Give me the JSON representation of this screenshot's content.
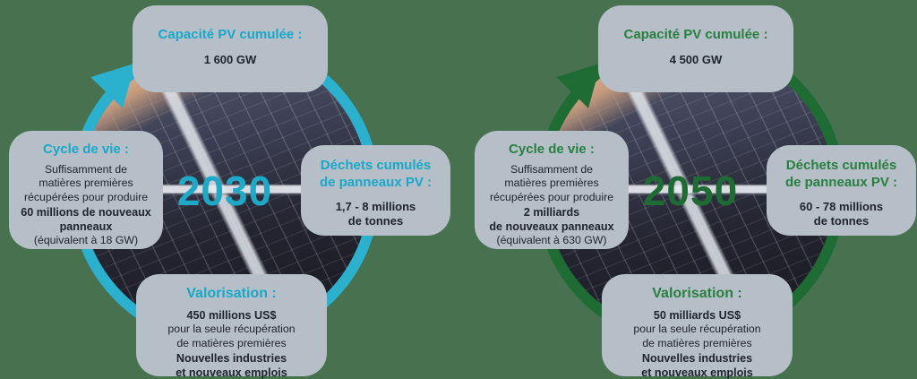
{
  "background_color": "#48714F",
  "box_color": "#B6BEC8",
  "text_color": "#20242E",
  "diagrams": [
    {
      "year": "2030",
      "accent_color": "#18A8C9",
      "ring_color": "#2BB0CE",
      "year_color": "#1FA9C7",
      "arrow_icon": "circular-arrow-clockwise",
      "capacity": {
        "title": "Capacité PV cumulée :",
        "value": "1 600 GW"
      },
      "lifecycle": {
        "title": "Cycle de vie :",
        "intro": "Suffisamment de\nmatières premières\nrécupérées pour produire",
        "highlight": "60 millions de nouveaux\npanneaux",
        "note": "(équivalent à 18 GW)"
      },
      "waste": {
        "title": "Déchets cumulés\nde panneaux PV :",
        "value": "1,7 - 8 millions\nde tonnes"
      },
      "valorization": {
        "title": "Valorisation :",
        "amount": "450 millions US$",
        "text": "pour la seule récupération\nde matières premières",
        "highlight": "Nouvelles industries\net nouveaux emplois"
      }
    },
    {
      "year": "2050",
      "accent_color": "#27803F",
      "ring_color": "#1E6B33",
      "year_color": "#1E6B33",
      "arrow_icon": "circular-arrow-clockwise",
      "capacity": {
        "title": "Capacité PV cumulée :",
        "value": "4 500 GW"
      },
      "lifecycle": {
        "title": "Cycle de vie :",
        "intro": "Suffisamment de\nmatières premières\nrécupérées pour produire",
        "highlight": "2 milliards\nde nouveaux panneaux",
        "note": "(équivalent à 630 GW)"
      },
      "waste": {
        "title": "Déchets cumulés\nde panneaux PV :",
        "value": "60 - 78 millions\nde tonnes"
      },
      "valorization": {
        "title": "Valorisation :",
        "amount": "50 milliards US$",
        "text": "pour la seule récupération\nde matières premières",
        "highlight": "Nouvelles industries\net nouveaux emplois"
      }
    }
  ]
}
